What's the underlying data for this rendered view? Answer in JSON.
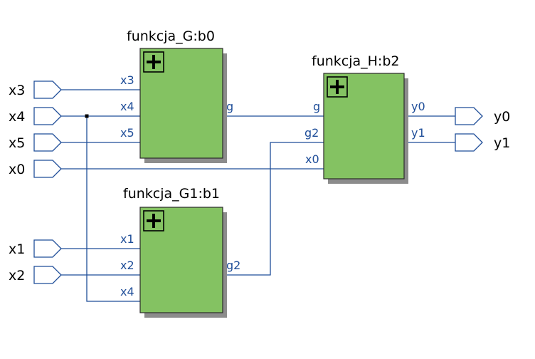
{
  "blocks": {
    "G": {
      "title": "funkcja_G:b0",
      "inputs": [
        "x3",
        "x4",
        "x5"
      ],
      "output": "g"
    },
    "G1": {
      "title": "funkcja_G1:b1",
      "inputs": [
        "x1",
        "x2",
        "x4"
      ],
      "output": "g2"
    },
    "H": {
      "title": "funkcja_H:b2",
      "inputs": [
        "g",
        "g2",
        "x0"
      ],
      "outputs": [
        "y0",
        "y1"
      ]
    }
  },
  "input_ports": [
    "x3",
    "x4",
    "x5",
    "x0",
    "x1",
    "x2"
  ],
  "output_ports": [
    "y0",
    "y1"
  ],
  "icon": "expand-plus-icon",
  "colors": {
    "block_fill": "#84c262",
    "wire": "#1f4e99",
    "pin_label": "#1f4e99",
    "shadow": "#8c8c8c"
  }
}
